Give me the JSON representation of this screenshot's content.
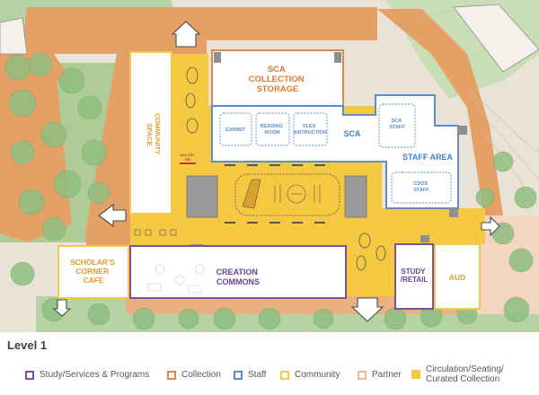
{
  "rooms": {
    "sca_storage": [
      "SCA",
      "COLLECTION",
      "STORAGE"
    ],
    "community_space": [
      "COMMUNITY",
      "SPACE"
    ],
    "exhibit": "EXHIBIT",
    "reading_room": [
      "READING",
      "ROOM"
    ],
    "flex_instruction": [
      "FLEX",
      "INSTRUCTION"
    ],
    "sca": "SCA",
    "sca_staff": [
      "SCA",
      "STAFF"
    ],
    "staff_area": "STAFF AREA",
    "cdos_staff": [
      "CDOS",
      "STAFF"
    ],
    "scholars_cafe": [
      "SCHOLAR'S",
      "CORNER",
      "CAFE"
    ],
    "creation_commons": [
      "CREATION",
      "COMMONS"
    ],
    "study_retail": [
      "STUDY",
      "/RETAIL"
    ],
    "aud": "AUD"
  },
  "signs": {
    "ada_left": [
      "ADA LIST",
      "TBD"
    ],
    "ada_creation": [
      "ADA LIST",
      "CREATION COMMONS"
    ]
  },
  "level_title": "Level 1",
  "legend": [
    {
      "label": "Study/Services & Programs",
      "color": "#7b4fa0",
      "fill": false
    },
    {
      "label": "Collection",
      "color": "#e08a4a",
      "fill": false
    },
    {
      "label": "Staff",
      "color": "#5a8ccf",
      "fill": false
    },
    {
      "label": "Community",
      "color": "#f2c94c",
      "fill": false
    },
    {
      "label": "Partner",
      "color": "#f0b89a",
      "fill": false
    },
    {
      "label": "Circulation/Seating/\nCurated Collection",
      "color": "#f5c842",
      "fill": true
    }
  ],
  "colors": {
    "study": "#7b4fa0",
    "collection": "#e08a4a",
    "staff": "#5a8ccf",
    "community": "#f2c94c",
    "partner": "#f0b89a",
    "circulation": "#f5c842",
    "landscape": "#9bc48f",
    "paving": "#e5a165"
  }
}
